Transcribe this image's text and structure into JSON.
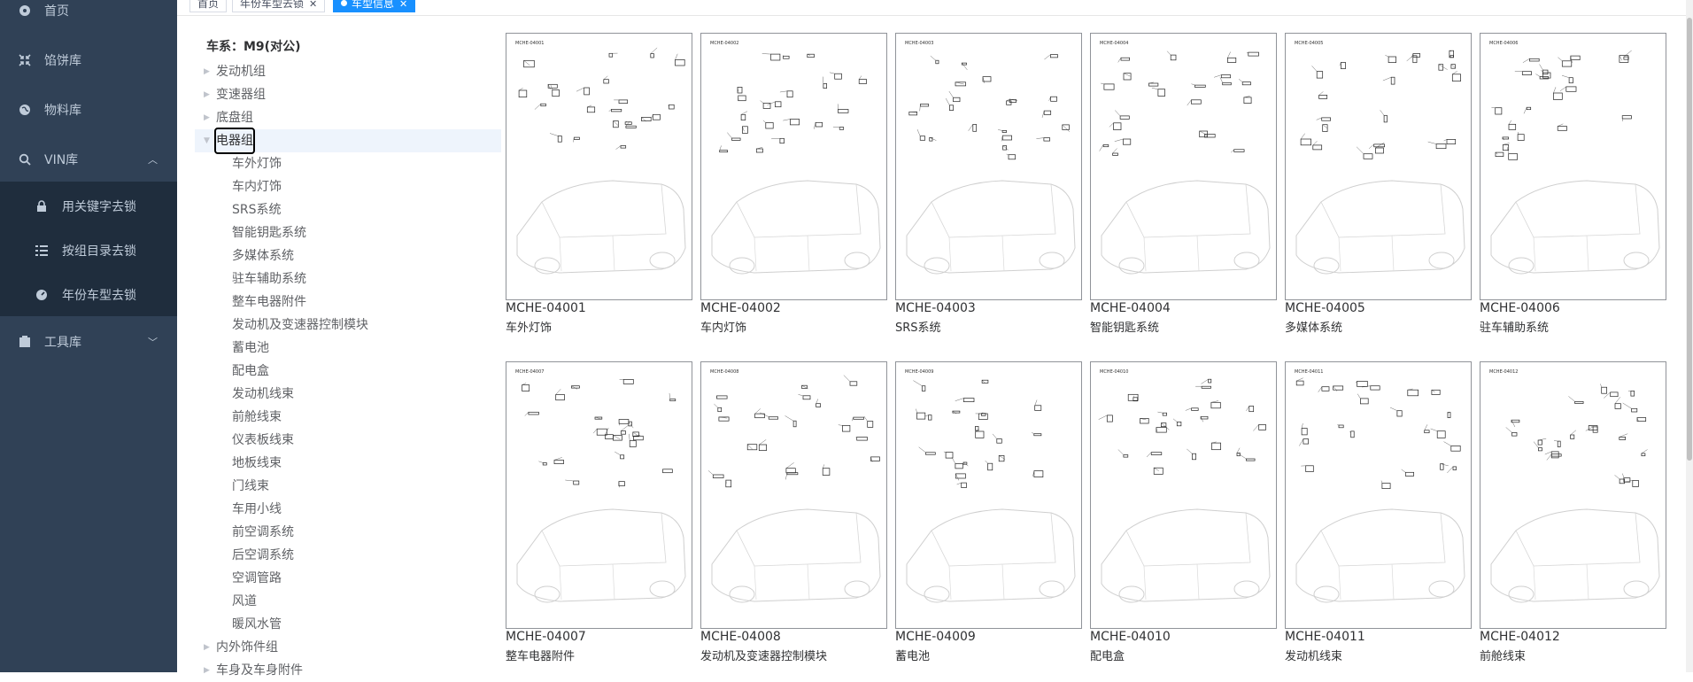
{
  "sidebar": {
    "items": [
      {
        "label": "首页",
        "icon": "dashboard-icon"
      },
      {
        "label": "馅饼库",
        "icon": "shrink-icon"
      },
      {
        "label": "物料库",
        "icon": "globe-icon"
      },
      {
        "label": "VIN库",
        "icon": "search-icon"
      },
      {
        "label": "工具库",
        "icon": "clipboard-icon"
      }
    ],
    "subitems": [
      {
        "label": "用关键字去锁",
        "icon": "lock-icon"
      },
      {
        "label": "按组目录去锁",
        "icon": "list-icon"
      },
      {
        "label": "年份车型去锁",
        "icon": "dashboard-icon"
      }
    ]
  },
  "tags": [
    {
      "label": "首页"
    },
    {
      "label": "年份车型去锁"
    },
    {
      "label": "车型信息"
    }
  ],
  "tree": {
    "title": "车系：M9(对公)",
    "nodes": [
      {
        "label": "发动机组"
      },
      {
        "label": "变速器组"
      },
      {
        "label": "底盘组"
      },
      {
        "label": "电器组"
      },
      {
        "label": "车外灯饰"
      },
      {
        "label": "车内灯饰"
      },
      {
        "label": "SRS系统"
      },
      {
        "label": "智能钥匙系统"
      },
      {
        "label": "多媒体系统"
      },
      {
        "label": "驻车辅助系统"
      },
      {
        "label": "整车电器附件"
      },
      {
        "label": "发动机及变速器控制模块"
      },
      {
        "label": "蓄电池"
      },
      {
        "label": "配电盒"
      },
      {
        "label": "发动机线束"
      },
      {
        "label": "前舱线束"
      },
      {
        "label": "仪表板线束"
      },
      {
        "label": "地板线束"
      },
      {
        "label": "门线束"
      },
      {
        "label": "车用小线"
      },
      {
        "label": "前空调系统"
      },
      {
        "label": "后空调系统"
      },
      {
        "label": "空调管路"
      },
      {
        "label": "风道"
      },
      {
        "label": "暖风水管"
      },
      {
        "label": "内外饰件组"
      },
      {
        "label": "车身及车身附件"
      }
    ]
  },
  "cards": [
    {
      "code": "MCHE-04001",
      "name": "车外灯饰",
      "tiny": "MCHE-04001"
    },
    {
      "code": "MCHE-04002",
      "name": "车内灯饰",
      "tiny": "MCHE-04002"
    },
    {
      "code": "MCHE-04003",
      "name": "SRS系统",
      "tiny": "MCHE-04003"
    },
    {
      "code": "MCHE-04004",
      "name": "智能钥匙系统",
      "tiny": "MCHE-04004"
    },
    {
      "code": "MCHE-04005",
      "name": "多媒体系统",
      "tiny": "MCHE-04005"
    },
    {
      "code": "MCHE-04006",
      "name": "驻车辅助系统",
      "tiny": "MCHE-04006"
    },
    {
      "code": "MCHE-04007",
      "name": "整车电器附件",
      "tiny": "MCHE-04007"
    },
    {
      "code": "MCHE-04008",
      "name": "发动机及变速器控制模块",
      "tiny": "MCHE-04008"
    },
    {
      "code": "MCHE-04009",
      "name": "蓄电池",
      "tiny": "MCHE-04009"
    },
    {
      "code": "MCHE-04010",
      "name": "配电盒",
      "tiny": "MCHE-04010"
    },
    {
      "code": "MCHE-04011",
      "name": "发动机线束",
      "tiny": "MCHE-04011"
    },
    {
      "code": "MCHE-04012",
      "name": "前舱线束",
      "tiny": "MCHE-04012"
    }
  ]
}
